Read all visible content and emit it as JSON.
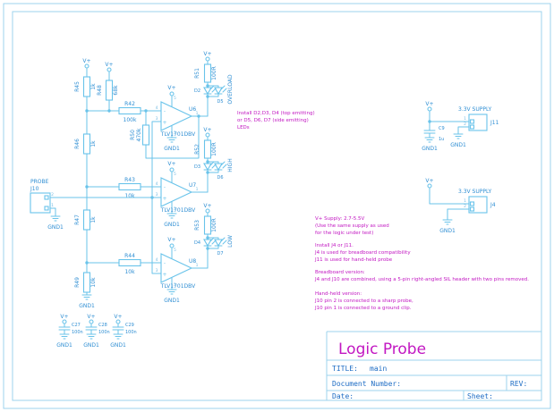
{
  "sheet": {
    "title": "Logic Probe",
    "title_label": "TITLE:",
    "title_value": "main",
    "doc_label": "Document Number:",
    "rev_label": "REV:",
    "date_label": "Date:",
    "sheet_label": "Sheet:"
  },
  "colors": {
    "wire": "#69c3ea",
    "label_text": "#2e8ed3",
    "note_text": "#c217c2",
    "frame": "#9cd3ee",
    "titleblock_text": "#1d6cc4"
  },
  "power": {
    "vplus": "V+",
    "gnd": "GND1"
  },
  "signals": {
    "overload": "OVERLOAD",
    "high": "HIGH",
    "low": "LOW",
    "probe": "PROBE",
    "supply_3v3": "3.3V SUPPLY"
  },
  "pins": {
    "p1": "1",
    "p2": "2",
    "p3": "3",
    "p4": "4",
    "p5": "5",
    "plus": "+",
    "minus": "-"
  },
  "components": {
    "R45": {
      "ref": "R45",
      "value": "1k"
    },
    "R48": {
      "ref": "R48",
      "value": "68k"
    },
    "R46": {
      "ref": "R46",
      "value": "1k"
    },
    "R47": {
      "ref": "R47",
      "value": "1k"
    },
    "R49": {
      "ref": "R49",
      "value": "10k"
    },
    "R42": {
      "ref": "R42",
      "value": "100k"
    },
    "R43": {
      "ref": "R43",
      "value": "10k"
    },
    "R44": {
      "ref": "R44",
      "value": "10k"
    },
    "R50": {
      "ref": "R50",
      "value": "470k"
    },
    "R51": {
      "ref": "R51",
      "value": "100R"
    },
    "R52": {
      "ref": "R52",
      "value": "100R"
    },
    "R53": {
      "ref": "R53",
      "value": "100R"
    },
    "U6": {
      "ref": "U6",
      "value": "TLV1701DBV"
    },
    "U7": {
      "ref": "U7",
      "value": "TLV1701DBV"
    },
    "U8": {
      "ref": "U8",
      "value": "TLV1701DBV"
    },
    "D2": {
      "ref": "D2"
    },
    "D5": {
      "ref": "D5"
    },
    "D3": {
      "ref": "D3"
    },
    "D6": {
      "ref": "D6"
    },
    "D4": {
      "ref": "D4"
    },
    "D7": {
      "ref": "D7"
    },
    "C27": {
      "ref": "C27",
      "value": "100n"
    },
    "C28": {
      "ref": "C28",
      "value": "100n"
    },
    "C29": {
      "ref": "C29",
      "value": "100n"
    },
    "C9": {
      "ref": "C9",
      "value": "1u"
    },
    "J10": {
      "ref": "J10"
    },
    "J11": {
      "ref": "J11"
    },
    "J4": {
      "ref": "J4"
    }
  },
  "notes": {
    "leds": [
      "Install D2,D3, D4 (top emitting)",
      "or D5, D6, D7 (side emitting)",
      "LEDs"
    ],
    "supply": [
      "V+ Supply: 2.7-5.5V",
      "(Use the same supply as used",
      "for the logic under test)"
    ],
    "install": [
      "Install J4 or J11.",
      "J4 is used for breadboard compatibility",
      "J11 is used for hand-held probe"
    ],
    "breadboard": [
      "Breadboard version:",
      "J4 and J10 are combined, using a 5-pin right-angled SIL header with two pins removed."
    ],
    "handheld": [
      "Hand-held version:",
      "J10 pin 2 is connected to a sharp probe,",
      "J10 pin 1 is connected to a ground clip."
    ]
  }
}
